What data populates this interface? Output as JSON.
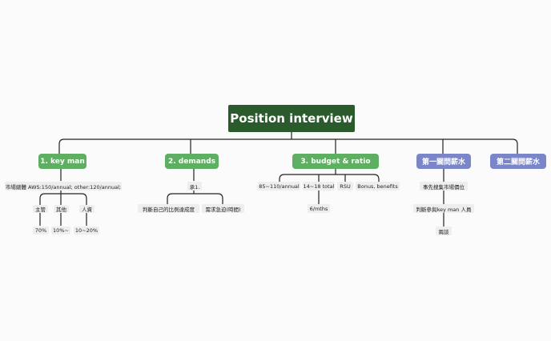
{
  "root": "Position interview",
  "branches": {
    "key_man": {
      "label": "1. key man",
      "child": "市場總體 AWS:150/annual; other:120/annual;",
      "sub": [
        {
          "label": "主管",
          "value": "70%"
        },
        {
          "label": "其他",
          "value": "10%~"
        },
        {
          "label": "人資",
          "value": "10~20%"
        }
      ]
    },
    "demands": {
      "label": "2. demands",
      "child": "承1.",
      "sub": [
        "判斷自己的比例達成度",
        "需求急迫(時間)"
      ]
    },
    "budget": {
      "label": "3. budget & ratio",
      "children": [
        "85~110/annual",
        "14~18 total",
        "RSU",
        "Bonus, benefits"
      ],
      "sub_of_total": "6/mths"
    },
    "salary1": {
      "label": "第一關問薪水",
      "children": [
        "事先搜集市場價位",
        "判斷參與key man 人員",
        "兩談"
      ]
    },
    "salary2": {
      "label": "第二關問薪水"
    }
  },
  "colors": {
    "root": "#2b5a2c",
    "main_green": "#5faf62",
    "main_purple": "#7b86c9",
    "leaf_bg": "#eeeeee",
    "line": "#222222"
  }
}
